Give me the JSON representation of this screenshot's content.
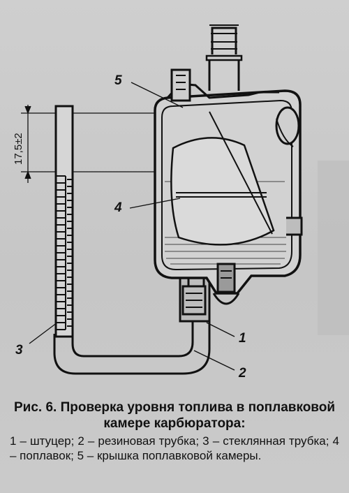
{
  "figure": {
    "callouts": {
      "n1": "1",
      "n2": "2",
      "n3": "3",
      "n4": "4",
      "n5": "5"
    },
    "dimension": "17,5±2"
  },
  "caption": {
    "title": "Рис. 6. Проверка уровня топлива в поплавковой камере карбюратора:",
    "legend": "1 – штуцер; 2 – резиновая трубка; 3 – стеклянная трубка; 4 – поплавок; 5 – крышка поплавковой камеры."
  },
  "colors": {
    "ink": "#111111",
    "paper": "#c9c9c9"
  }
}
